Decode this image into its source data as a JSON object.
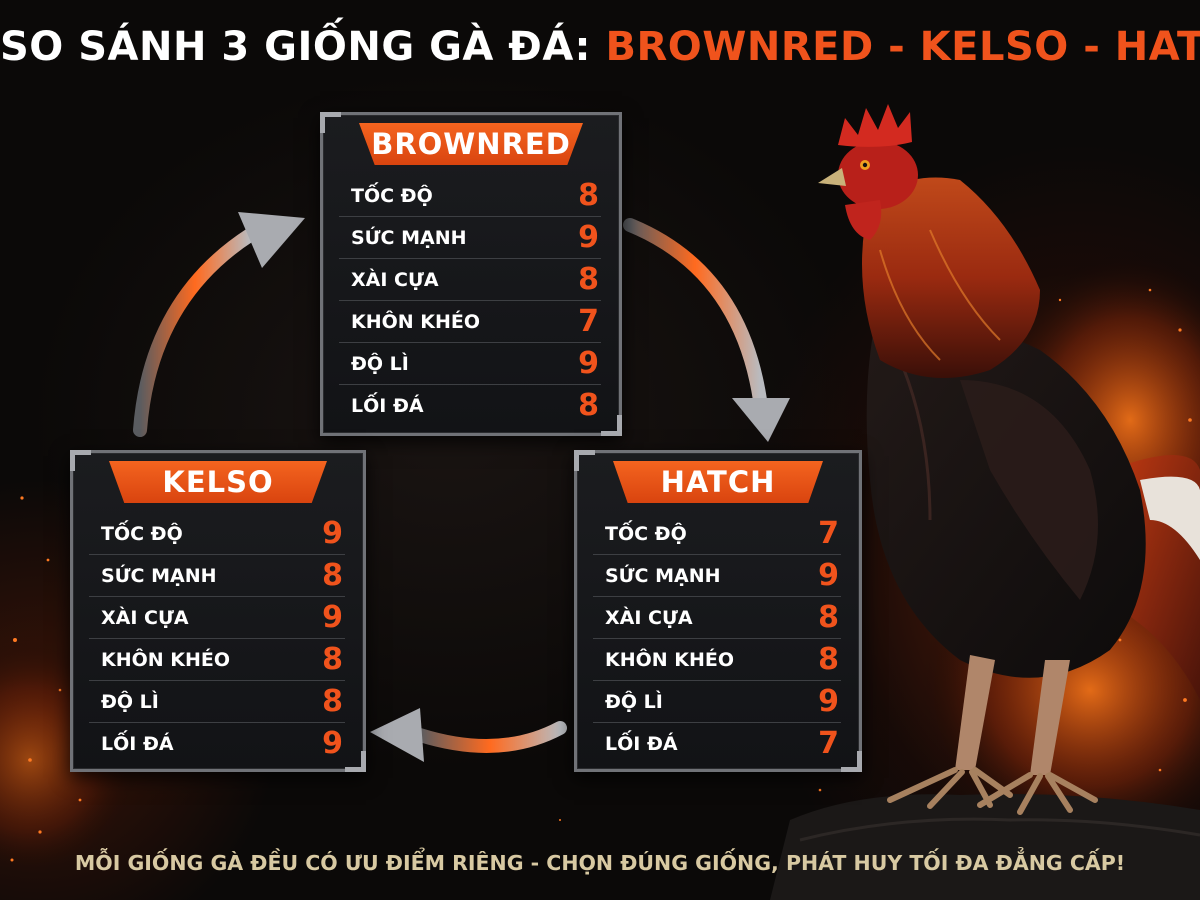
{
  "title": {
    "prefix": "SO SÁNH 3 GIỐNG GÀ ĐÁ:",
    "highlight": "BROWNRED - KELSO - HATCH"
  },
  "breeds": [
    {
      "name": "BROWNRED",
      "stats": [
        {
          "label": "TỐC ĐỘ",
          "value": "8"
        },
        {
          "label": "SỨC MẠNH",
          "value": "9"
        },
        {
          "label": "XÀI CỰA",
          "value": "8"
        },
        {
          "label": "KHÔN KHÉO",
          "value": "7"
        },
        {
          "label": "ĐỘ LÌ",
          "value": "9"
        },
        {
          "label": "LỐI ĐÁ",
          "value": "8"
        }
      ]
    },
    {
      "name": "KELSO",
      "stats": [
        {
          "label": "TỐC ĐỘ",
          "value": "9"
        },
        {
          "label": "SỨC MẠNH",
          "value": "8"
        },
        {
          "label": "XÀI CỰA",
          "value": "9"
        },
        {
          "label": "KHÔN KHÉO",
          "value": "8"
        },
        {
          "label": "ĐỘ LÌ",
          "value": "8"
        },
        {
          "label": "LỐI ĐÁ",
          "value": "9"
        }
      ]
    },
    {
      "name": "HATCH",
      "stats": [
        {
          "label": "TỐC ĐỘ",
          "value": "7"
        },
        {
          "label": "SỨC MẠNH",
          "value": "9"
        },
        {
          "label": "XÀI CỰA",
          "value": "8"
        },
        {
          "label": "KHÔN KHÉO",
          "value": "8"
        },
        {
          "label": "ĐỘ LÌ",
          "value": "9"
        },
        {
          "label": "LỐI ĐÁ",
          "value": "7"
        }
      ]
    }
  ],
  "footer": "MỖI GIỐNG GÀ ĐỀU CÓ ƯU ĐIỂM RIÊNG - CHỌN ĐÚNG GIỐNG, PHÁT HUY TỐI ĐA ĐẲNG CẤP!",
  "colors": {
    "accent": "#f0531c",
    "text": "#ffffff",
    "footer_text": "#d8c9a2",
    "background": "#0b0908"
  },
  "icons": [
    "cycle-arrow-icon",
    "rooster-illustration"
  ]
}
